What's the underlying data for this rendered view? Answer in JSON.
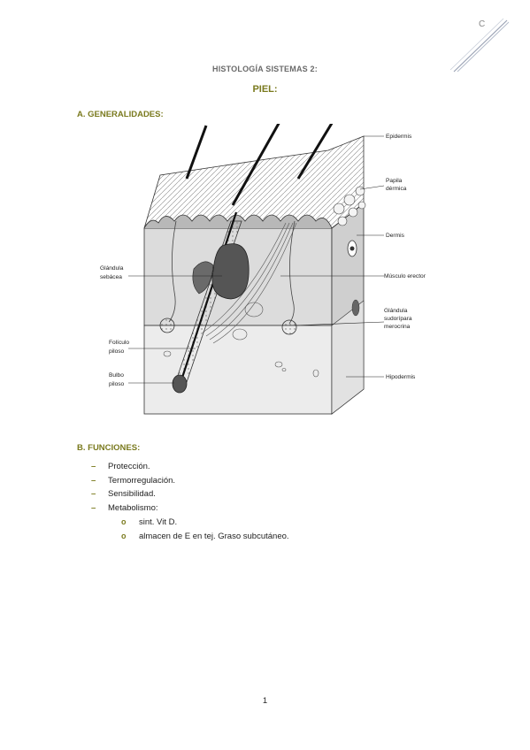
{
  "corner": {
    "letter": "C"
  },
  "header": {
    "title": "HISTOLOGÍA SISTEMAS 2:",
    "subtitle": "PIEL:"
  },
  "sections": {
    "a": {
      "heading": "A. GENERALIDADES:"
    },
    "b": {
      "heading": "B. FUNCIONES:"
    }
  },
  "figure": {
    "labels": {
      "epidermis": "Epidermis",
      "papila_1": "Papila",
      "papila_2": "dérmica",
      "dermis": "Dermis",
      "musculo": "Músculo erector",
      "glandula_sud_1": "Glándula",
      "glandula_sud_2": "sudorípara",
      "glandula_sud_3": "merocrina",
      "hipodermis": "Hipodermis",
      "glandula_seb_1": "Glándula",
      "glandula_seb_2": "sebácea",
      "foliculo_1": "Folículo",
      "foliculo_2": "piloso",
      "bulbo_1": "Bulbo",
      "bulbo_2": "piloso"
    }
  },
  "functions": {
    "items": [
      "Protección.",
      "Termorregulación.",
      "Sensibilidad.",
      "Metabolismo:"
    ],
    "dash": "–",
    "sub_bullet": "o",
    "sub_items": [
      "sint. Vit D.",
      "almacen de E en tej. Graso subcutáneo."
    ]
  },
  "footer": {
    "page_number": "1"
  }
}
